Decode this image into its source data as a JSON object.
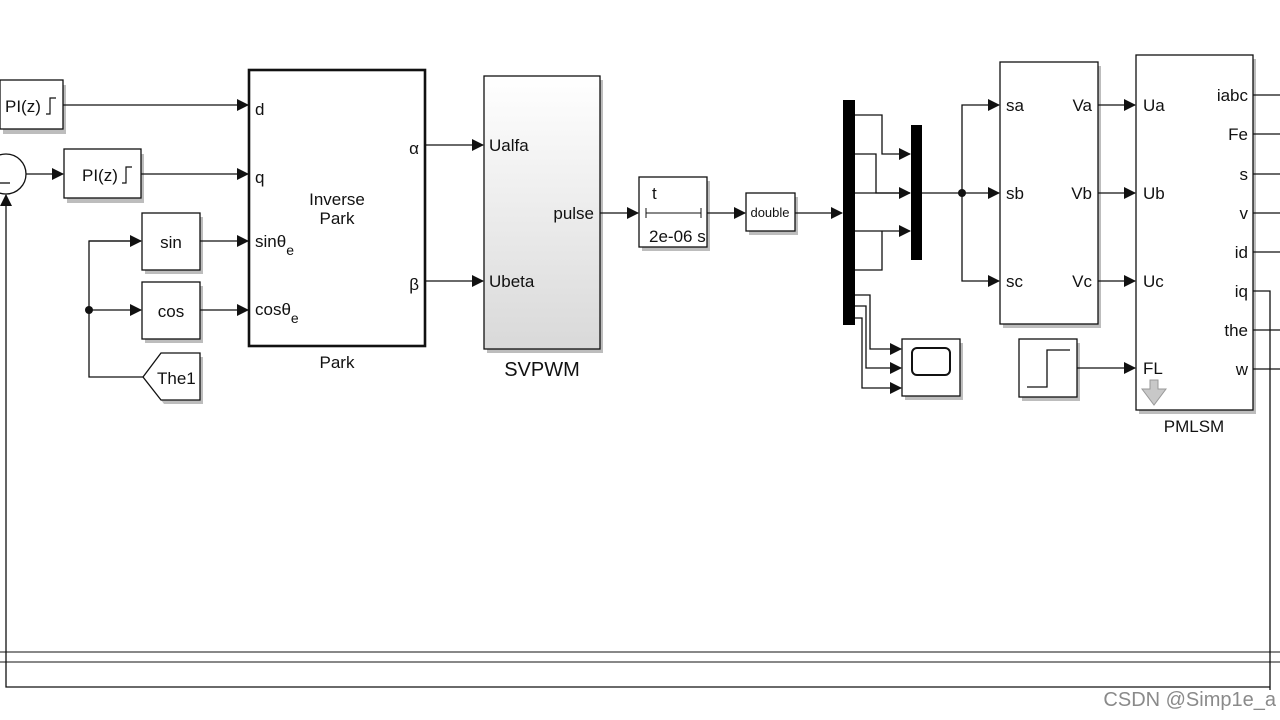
{
  "blocks": {
    "pi_d": "PI(z)",
    "pi_q": "PI(z)",
    "sin": "sin",
    "cos": "cos",
    "goto_tag": "The1",
    "park": {
      "title_line1": "Inverse",
      "title_line2": "Park",
      "caption": "Park",
      "in_d": "d",
      "in_q": "q",
      "in_sin": "sinθ",
      "in_cos": "cosθ",
      "sub_e": "e",
      "out_alpha": "α",
      "out_beta": "β"
    },
    "svpwm": {
      "in_ualfa": "Ualfa",
      "in_ubeta": "Ubeta",
      "out_pulse": "pulse",
      "caption": "SVPWM"
    },
    "zoh": {
      "top": "t",
      "bottom": "2e-06 s"
    },
    "convert": "double",
    "inverter": {
      "in_sa": "sa",
      "in_sb": "sb",
      "in_sc": "sc",
      "out_va": "Va",
      "out_vb": "Vb",
      "out_vc": "Vc"
    },
    "pmlsm": {
      "caption": "PMLSM",
      "inputs": [
        "Ua",
        "Ub",
        "Uc",
        "FL"
      ],
      "outputs": [
        "iabc",
        "Fe",
        "s",
        "v",
        "id",
        "iq",
        "the",
        "w"
      ]
    }
  },
  "watermark": "CSDN @Simp1e_a"
}
